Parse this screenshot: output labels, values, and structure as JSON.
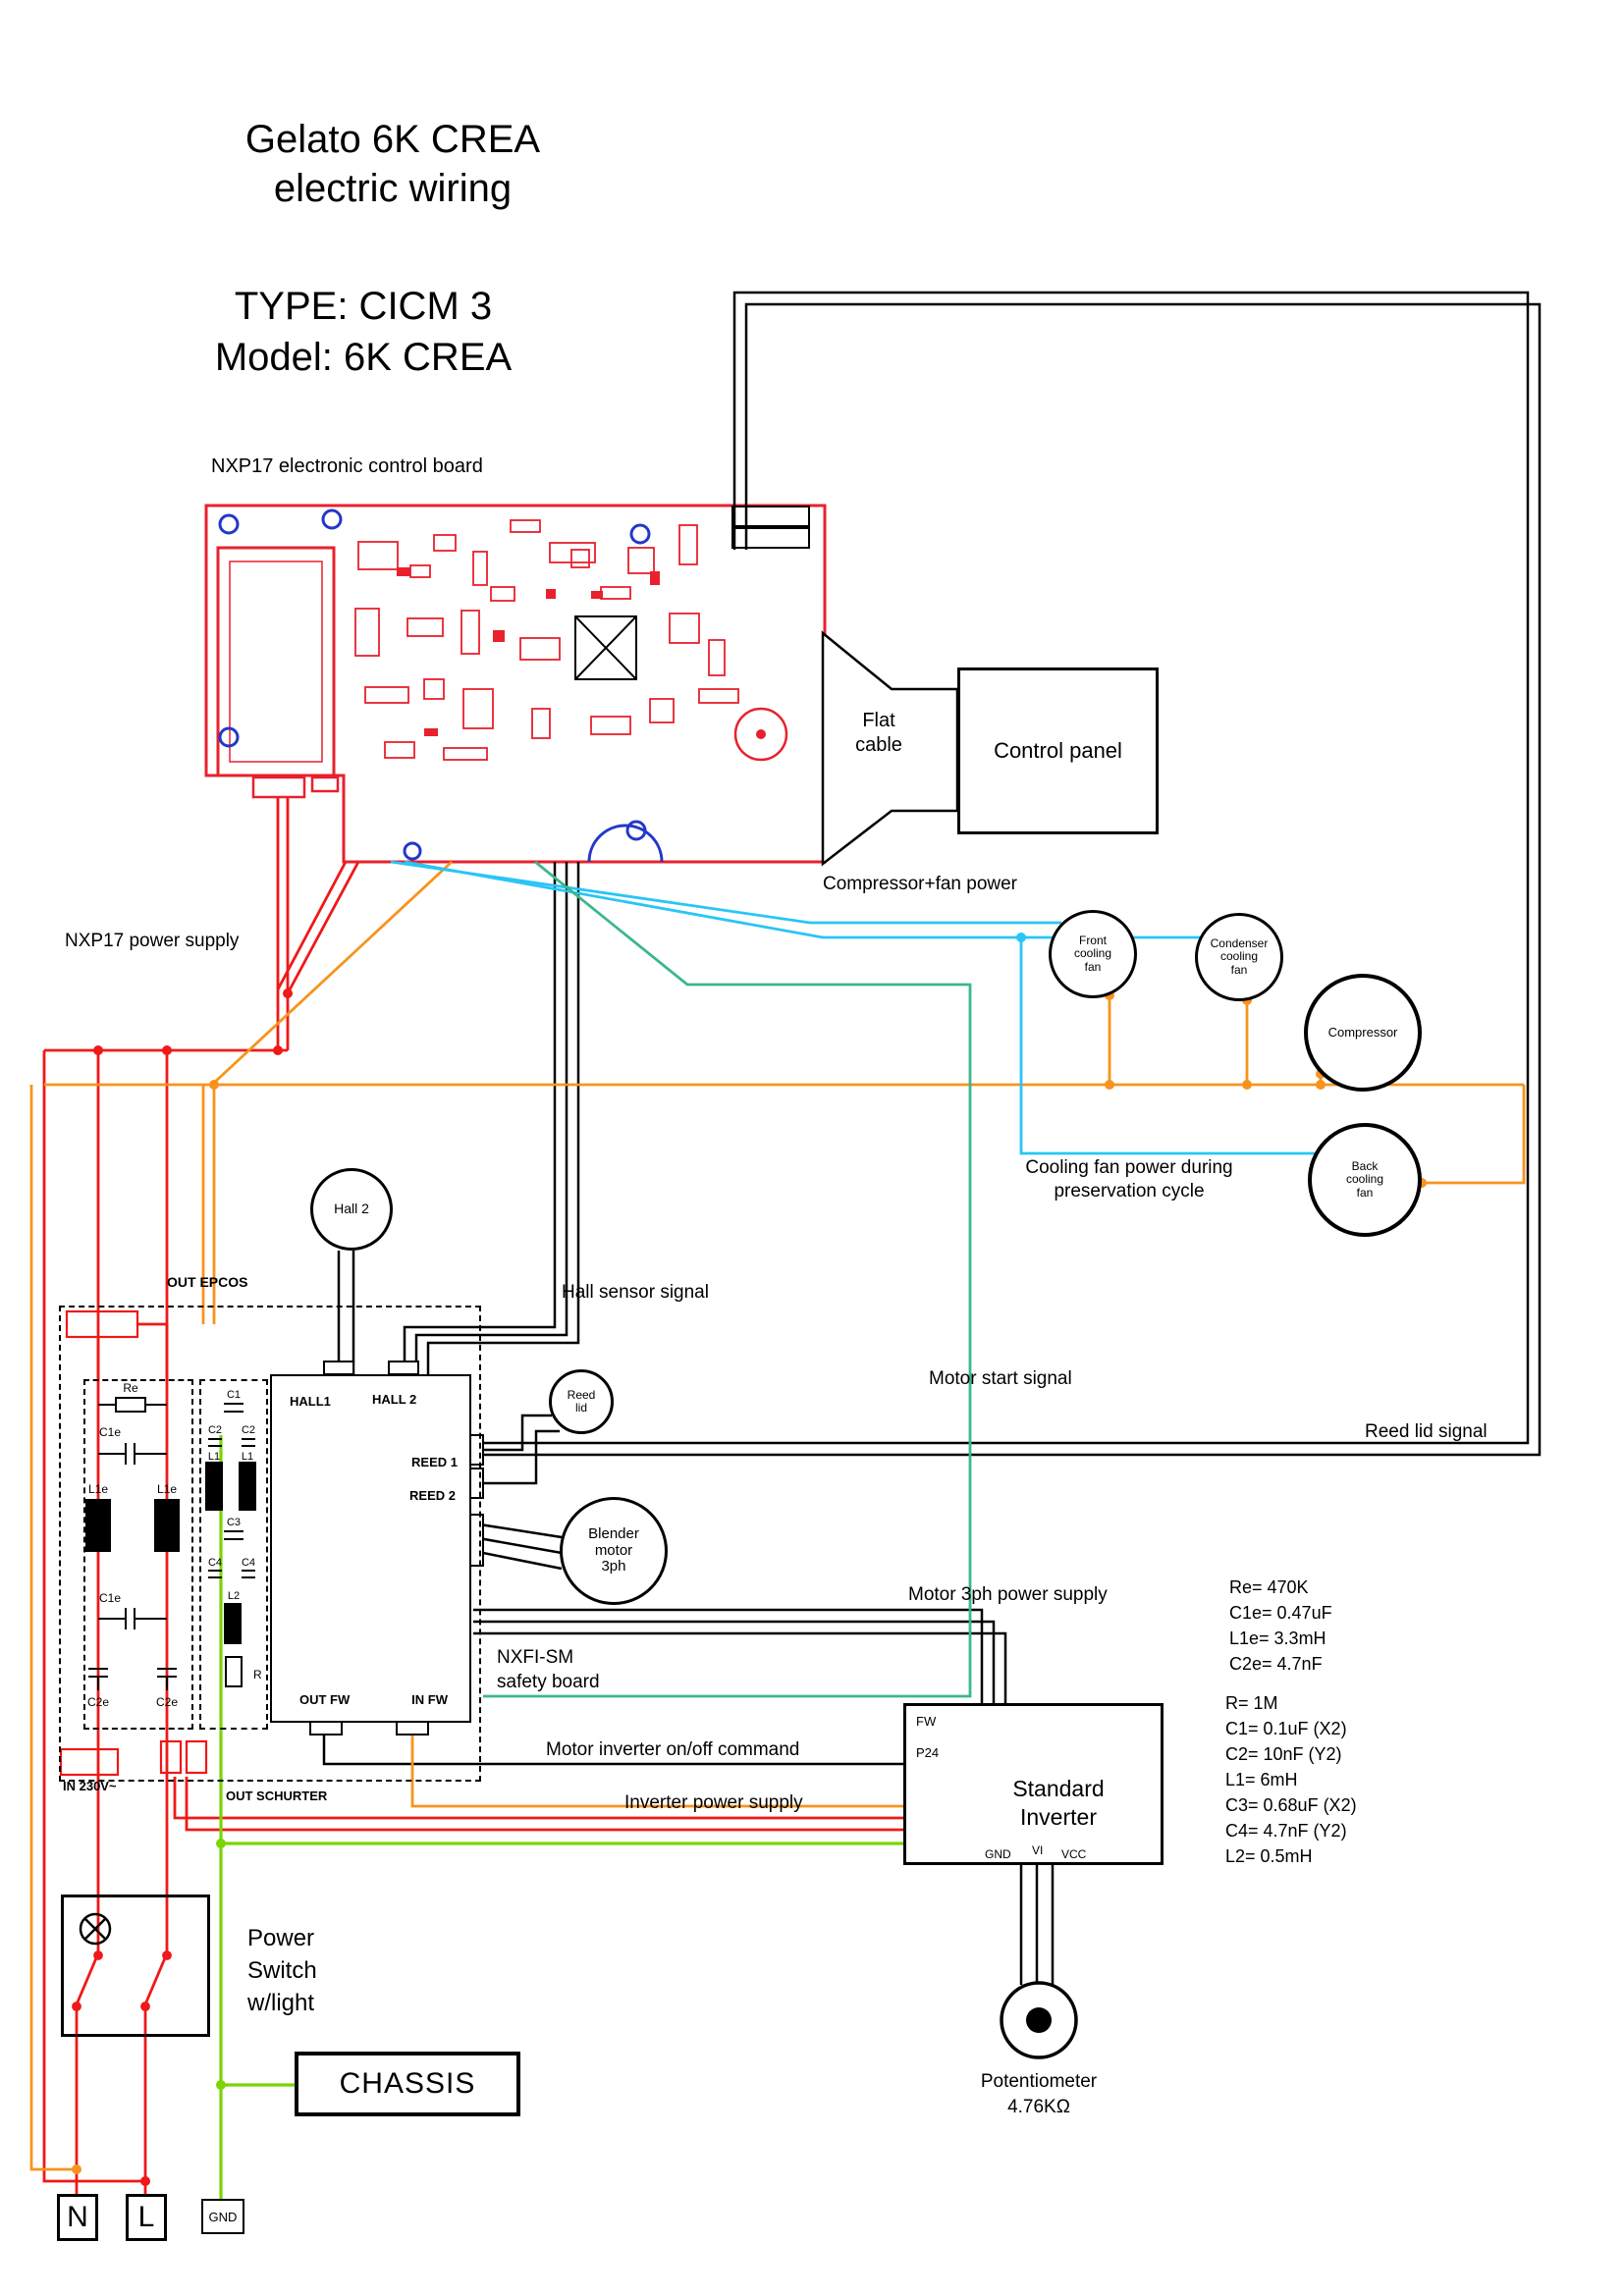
{
  "title": {
    "name_line1": "Gelato 6K CREA",
    "name_line2": "electric wiring",
    "type_line": "TYPE: CICM 3",
    "model_line": "Model: 6K CREA"
  },
  "pcb": {
    "label": "NXP17 electronic control board"
  },
  "flat_cable": {
    "line1": "Flat",
    "line2": "cable"
  },
  "control_panel": {
    "label": "Control panel"
  },
  "wire_labels": {
    "compressor_fan_power": "Compressor+fan power",
    "nxp17_power_supply": "NXP17 power supply",
    "cooling_fan_preservation_line1": "Cooling fan power during",
    "cooling_fan_preservation_line2": "preservation cycle",
    "hall_sensor_signal": "Hall sensor signal",
    "motor_start_signal": "Motor start signal",
    "reed_lid_signal": "Reed lid signal",
    "motor_3ph_power_supply": "Motor 3ph power supply",
    "motor_inverter_onoff": "Motor inverter on/off command",
    "inverter_power_supply": "Inverter power supply"
  },
  "fans": {
    "front": {
      "line1": "Front",
      "line2": "cooling",
      "line3": "fan"
    },
    "condenser": {
      "line1": "Condenser",
      "line2": "cooling",
      "line3": "fan"
    },
    "compressor": {
      "label": "Compressor"
    },
    "back": {
      "line1": "Back",
      "line2": "cooling",
      "line3": "fan"
    }
  },
  "circles": {
    "hall2": "Hall 2",
    "reed_line1": "Reed",
    "reed_line2": "lid",
    "blender_line1": "Blender",
    "blender_line2": "motor",
    "blender_line3": "3ph"
  },
  "epcos": {
    "out_label": "OUT EPCOS",
    "in_label": "IN 230V~",
    "schurter_label": "OUT SCHURTER",
    "left_components": [
      "Re",
      "C1e",
      "L1e",
      "L1e",
      "C1e",
      "C2e",
      "C2e"
    ],
    "mid_components": [
      "C1",
      "C2",
      "C2",
      "L1",
      "L1",
      "C3",
      "C4",
      "C4",
      "L2",
      "R"
    ]
  },
  "safety_board": {
    "hall1": "HALL1",
    "hall2": "HALL 2",
    "reed1": "REED 1",
    "reed2": "REED 2",
    "out_fw": "OUT FW",
    "in_fw": "IN FW",
    "name_line1": "NXFI-SM",
    "name_line2": "safety board"
  },
  "inverter": {
    "fw": "FW",
    "p24": "P24",
    "gnd": "GND",
    "vi": "VI",
    "vcc": "VCC",
    "name_line1": "Standard",
    "name_line2": "Inverter"
  },
  "values_epcos": [
    "Re= 470K",
    "C1e= 0.47uF",
    "L1e= 3.3mH",
    "C2e= 4.7nF"
  ],
  "values_board": [
    "R= 1M",
    "C1= 0.1uF (X2)",
    "C2= 10nF (Y2)",
    "L1= 6mH",
    "C3= 0.68uF (X2)",
    "C4= 4.7nF (Y2)",
    "L2= 0.5mH"
  ],
  "power_switch": {
    "line1": "Power",
    "line2": "Switch",
    "line3": "w/light"
  },
  "chassis": {
    "label": "CHASSIS"
  },
  "potentiometer": {
    "line1": "Potentiometer",
    "line2": "4.76KΩ"
  },
  "terminals": {
    "n": "N",
    "l": "L",
    "gnd": "GND"
  },
  "colors": {
    "wire_red": "#F01818",
    "wire_orange": "#F7941D",
    "wire_cyan": "#29C5F6",
    "wire_green": "#7AD500",
    "wire_teal": "#3BB88B",
    "wire_black": "#000000",
    "pcb_red": "#E8212D",
    "hole_blue": "#2438C8"
  }
}
